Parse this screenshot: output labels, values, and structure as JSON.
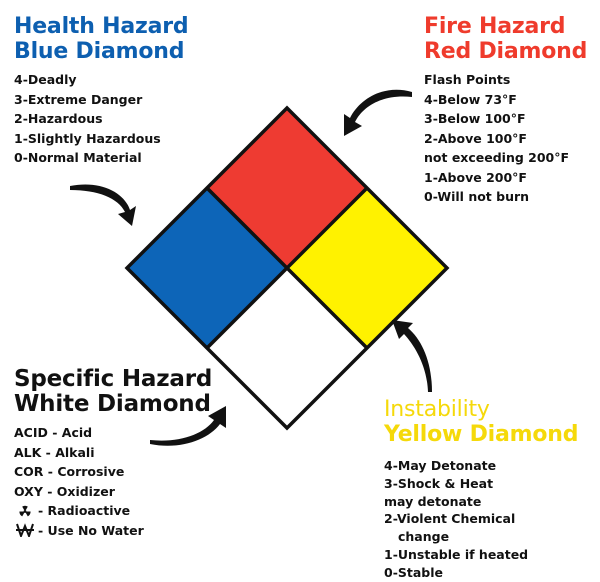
{
  "health": {
    "title_line1": "Health Hazard",
    "title_line2": "Blue Diamond",
    "items": [
      "4-Deadly",
      "3-Extreme Danger",
      "2-Hazardous",
      "1-Slightly Hazardous",
      "0-Normal Material"
    ]
  },
  "fire": {
    "title_line1": "Fire Hazard",
    "title_line2": "Red Diamond",
    "items": [
      "Flash Points",
      "4-Below 73°F",
      "3-Below 100°F",
      "2-Above 100°F",
      "not exceeding 200°F",
      "1-Above 200°F",
      "0-Will not burn"
    ]
  },
  "specific": {
    "title_line1": "Specific Hazard",
    "title_line2": "White Diamond",
    "items": [
      "ACID - Acid",
      "ALK - Alkali",
      "COR - Corrosive",
      "OXY - Oxidizer"
    ],
    "symbol_items": [
      {
        "icon": "radioactive-icon",
        "label": "- Radioactive"
      },
      {
        "icon": "no-water-icon",
        "label": "- Use No Water"
      }
    ]
  },
  "instability": {
    "title_line1": "Instability",
    "title_line2": "Yellow Diamond",
    "items": [
      "4-May Detonate",
      "3-Shock & Heat",
      "may detonate",
      "2-Violent Chemical",
      "change",
      "1-Unstable if heated",
      "0-Stable"
    ]
  },
  "colors": {
    "blue": "#0d65b8",
    "red": "#ee3b32",
    "yellow": "#fff200",
    "white": "#ffffff",
    "outline": "#111111"
  }
}
